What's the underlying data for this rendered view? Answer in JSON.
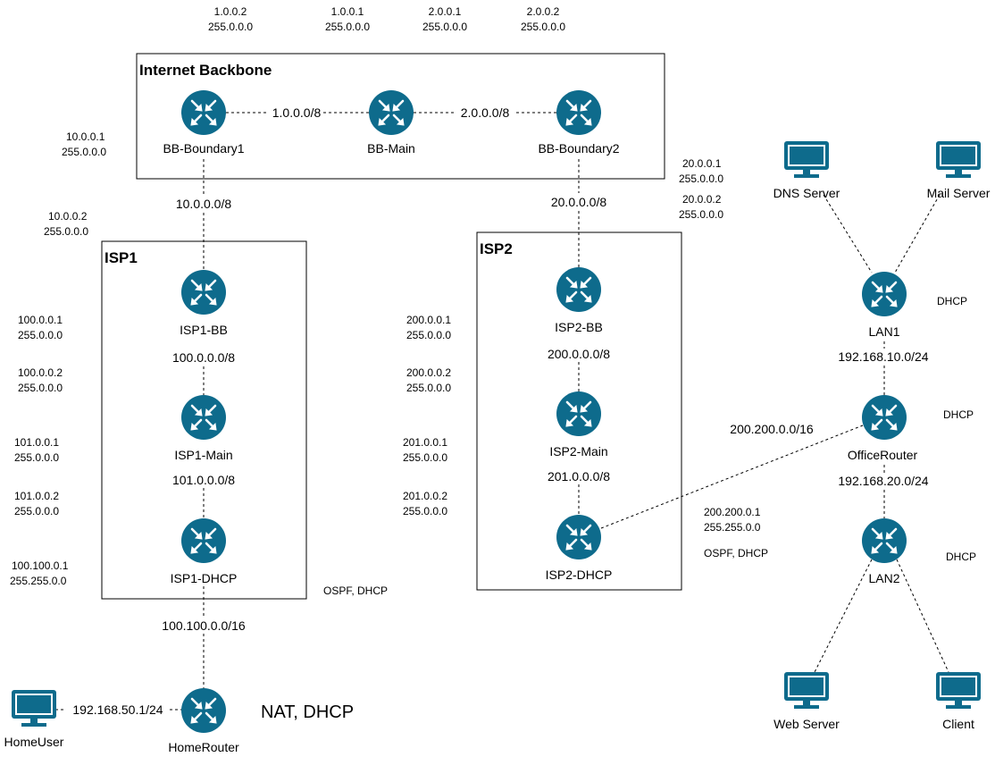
{
  "groups": {
    "backbone": "Internet Backbone",
    "isp1": "ISP1",
    "isp2": "ISP2"
  },
  "nodes": {
    "bb_boundary1": "BB-Boundary1",
    "bb_main": "BB-Main",
    "bb_boundary2": "BB-Boundary2",
    "isp1_bb": "ISP1-BB",
    "isp1_main": "ISP1-Main",
    "isp1_dhcp": "ISP1-DHCP",
    "isp2_bb": "ISP2-BB",
    "isp2_main": "ISP2-Main",
    "isp2_dhcp": "ISP2-DHCP",
    "home_router": "HomeRouter",
    "home_user": "HomeUser",
    "lan1": "LAN1",
    "office_router": "OfficeRouter",
    "lan2": "LAN2",
    "dns_server": "DNS Server",
    "mail_server": "Mail Server",
    "web_server": "Web Server",
    "client": "Client"
  },
  "networks": {
    "bb_left": "1.0.0.0/8",
    "bb_right": "2.0.0.0/8",
    "isp1_uplink": "10.0.0.0/8",
    "isp2_uplink": "20.0.0.0/8",
    "isp1_a": "100.0.0.0/8",
    "isp1_b": "101.0.0.0/8",
    "isp2_a": "200.0.0.0/8",
    "isp2_b": "201.0.0.0/8",
    "home_net": "100.100.0.0/16",
    "home_lan": "192.168.50.1/24",
    "office_uplink": "200.200.0.0/16",
    "lan1_net": "192.168.10.0/24",
    "lan2_net": "192.168.20.0/24"
  },
  "addresses": {
    "bb1_ip": "1.0.0.2",
    "bb1_mask": "255.0.0.0",
    "bbmain_l_ip": "1.0.0.1",
    "bbmain_l_mask": "255.0.0.0",
    "bbmain_r_ip": "2.0.0.1",
    "bbmain_r_mask": "255.0.0.0",
    "bb2_ip": "2.0.0.2",
    "bb2_mask": "255.0.0.0",
    "a10_1_ip": "10.0.0.1",
    "a10_1_mask": "255.0.0.0",
    "a10_2_ip": "10.0.0.2",
    "a10_2_mask": "255.0.0.0",
    "a20_1_ip": "20.0.0.1",
    "a20_1_mask": "255.0.0.0",
    "a20_2_ip": "20.0.0.2",
    "a20_2_mask": "255.0.0.0",
    "a100_1_ip": "100.0.0.1",
    "a100_1_mask": "255.0.0.0",
    "a100_2_ip": "100.0.0.2",
    "a100_2_mask": "255.0.0.0",
    "a101_1_ip": "101.0.0.1",
    "a101_1_mask": "255.0.0.0",
    "a101_2_ip": "101.0.0.2",
    "a101_2_mask": "255.0.0.0",
    "a100100_ip": "100.100.0.1",
    "a100100_mask": "255.255.0.0",
    "a200_1_ip": "200.0.0.1",
    "a200_1_mask": "255.0.0.0",
    "a200_2_ip": "200.0.0.2",
    "a200_2_mask": "255.0.0.0",
    "a201_1_ip": "201.0.0.1",
    "a201_1_mask": "255.0.0.0",
    "a201_2_ip": "201.0.0.2",
    "a201_2_mask": "255.0.0.0",
    "a200200_ip": "200.200.0.1",
    "a200200_mask": "255.255.0.0"
  },
  "services": {
    "isp1": "OSPF, DHCP",
    "isp2": "OSPF, DHCP",
    "home": "NAT, DHCP",
    "lan1": "DHCP",
    "office": "DHCP",
    "lan2": "DHCP"
  },
  "colors": {
    "router": "#0E6B8C",
    "computer": "#0E6B8C",
    "stroke": "#000000",
    "background": "#FFFFFF"
  },
  "icons": {
    "router": "router-icon",
    "computer": "computer-icon"
  }
}
